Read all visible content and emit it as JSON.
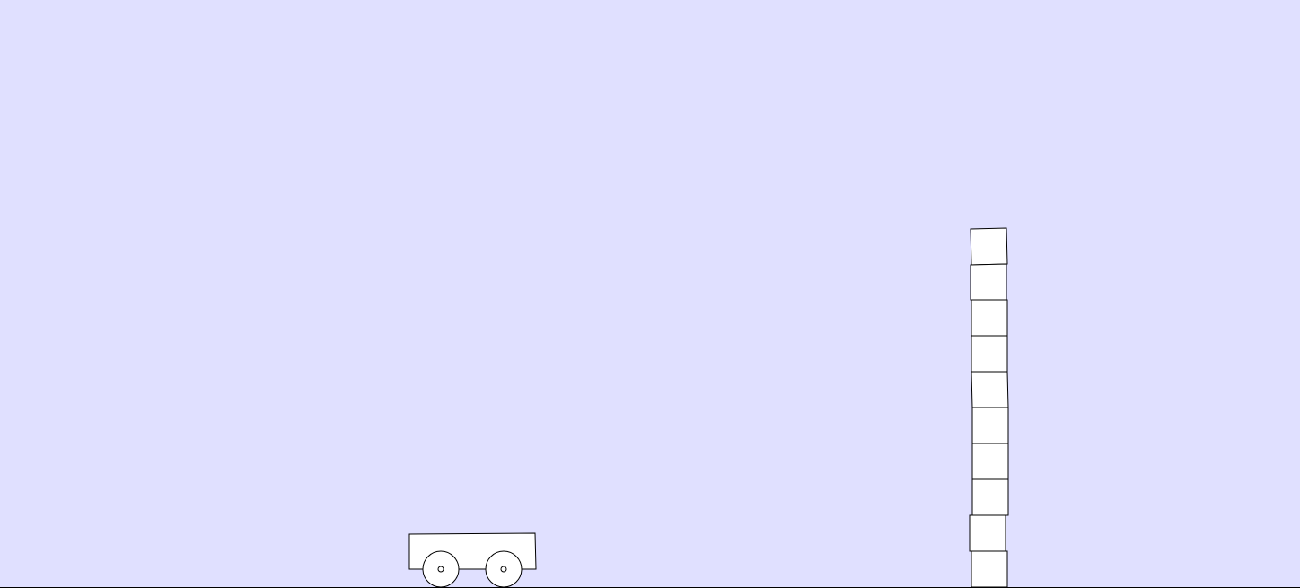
{
  "scene": {
    "background_color": "#e0e0ff",
    "stroke_color": "#000000",
    "fill_color": "#ffffff",
    "objects": {
      "cart": {
        "name": "cart",
        "wheel_count": 2
      },
      "tower": {
        "name": "box-tower",
        "box_count": 10
      }
    }
  }
}
